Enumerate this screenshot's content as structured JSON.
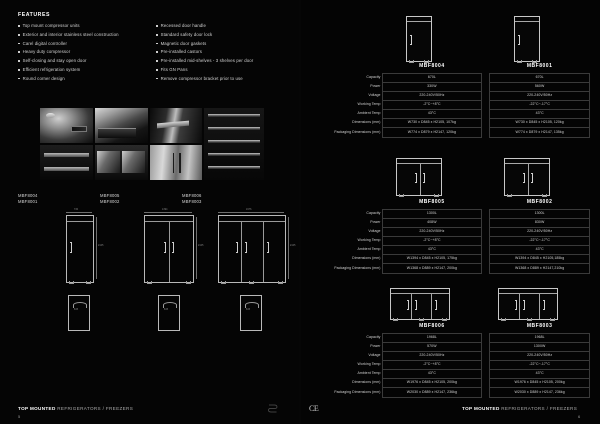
{
  "features": {
    "title": "FEATURES",
    "column_left": [
      "Top mount compressor units",
      "Exterior and interior stainless steel construction",
      "Carel digital controller",
      "Heavy duty compressor",
      "Self-closing and stay open door",
      "Efficient refrigeration system",
      "Round corner design"
    ],
    "column_right": [
      "Recessed door handle",
      "Standard safety door lock",
      "Magnetic door gaskets",
      "Pre-installed castors",
      "Pre-installed mid-shelves - 3 shelves per door",
      "Fits GN Pans",
      "Remove compressor bracket prior to use"
    ]
  },
  "model_labels": [
    {
      "line1": "MBF8004",
      "line2": "MBF8001"
    },
    {
      "line1": "MBF8005",
      "line2": "MBF8002"
    },
    {
      "line1": "MBF8006",
      "line2": "MBF8003"
    }
  ],
  "spec_rows": [
    "Capacity",
    "Power",
    "Voltage",
    "Working Temp",
    "Ambient Temp",
    "Dimensions (mm)",
    "Packaging Dimensions (mm)"
  ],
  "spec_blocks": [
    {
      "doors": 1,
      "left": {
        "model": "MBF8004",
        "capacity": "670L",
        "power": "330W",
        "voltage": "220-240V/50Hz",
        "working_temp": "-2°C~+8°C",
        "ambient_temp": "43°C",
        "dimensions": "W730 x D845 x H2105, 107kg",
        "packaging_dimensions": "W774 x D879 x H2147, 120kg"
      },
      "right": {
        "model": "MBF8001",
        "capacity": "670L",
        "power": "560W",
        "voltage": "220-240V/50Hz",
        "working_temp": "-22°C~-17°C",
        "ambient_temp": "43°C",
        "dimensions": "W730 x D845 x H2105, 120kg",
        "packaging_dimensions": "W774 x D879 x H2147, 135kg"
      }
    },
    {
      "doors": 2,
      "left": {
        "model": "MBF8005",
        "capacity": "1300L",
        "power": "408W",
        "voltage": "220-240V/50Hz",
        "working_temp": "-2°C~+8°C",
        "ambient_temp": "43°C",
        "dimensions": "W1394 x D845 x H2105, 175kg",
        "packaging_dimensions": "W1368 x D889 x H2147, 200kg"
      },
      "right": {
        "model": "MBF8002",
        "capacity": "1300L",
        "power": "830W",
        "voltage": "220-240V/50Hz",
        "working_temp": "-22°C~-17°C",
        "ambient_temp": "43°C",
        "dimensions": "W1394 x D845 x H2105,185kg",
        "packaging_dimensions": "W1368 x D889 x H2147,210kg"
      }
    },
    {
      "doors": 3,
      "left": {
        "model": "MBF8006",
        "capacity": "1968L",
        "power": "570W",
        "voltage": "220-240V/50Hz",
        "working_temp": "-2°C~+8°C",
        "ambient_temp": "43°C",
        "dimensions": "W1976 x D845 x H2105, 200kg",
        "packaging_dimensions": "W2030 x D889 x H2147, 236kg"
      },
      "right": {
        "model": "MBF8003",
        "capacity": "1968L",
        "power": "1300W",
        "voltage": "220-240V/50Hz",
        "working_temp": "-22°C~-17°C",
        "ambient_temp": "43°C",
        "dimensions": "W1976 x D845 x H2105, 200kg",
        "packaging_dimensions": "W2030 x D889 x H2147, 236kg"
      }
    }
  ],
  "footer": {
    "strong": "TOP MOUNTED ",
    "light": "REFRIGERATORS / FREEZERS",
    "page_left": "5",
    "page_right": "6",
    "ce_mark": "CE"
  },
  "colors": {
    "background": "#050505",
    "text": "#d6d6d6",
    "heading": "#ffffff",
    "rule": "#3a3a3a"
  }
}
